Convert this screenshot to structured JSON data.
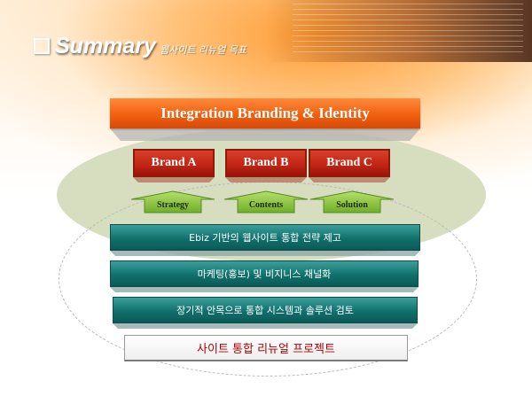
{
  "header": {
    "title": "Summary",
    "subtitle": "웹사이트 리뉴얼 목표"
  },
  "diagram": {
    "banner": "Integration Branding & Identity",
    "brands": [
      "Brand A",
      "Brand B",
      "Brand C"
    ],
    "arrows": [
      "Strategy",
      "Contents",
      "Solution"
    ],
    "steps": [
      "Ebiz 기반의 웹사이트 통합 전략 제고",
      "마케팅(홍보) 및 비지니스 채널화",
      "장기적 안목으로 통합 시스템과 솔루션 검토"
    ],
    "result": "사이트 통합 리뉴얼 프로젝트"
  },
  "colors": {
    "banner": "#f06010",
    "brand": "#c02414",
    "arrow": "#8cc83c",
    "step": "#11706c",
    "result_text": "#b00000"
  }
}
